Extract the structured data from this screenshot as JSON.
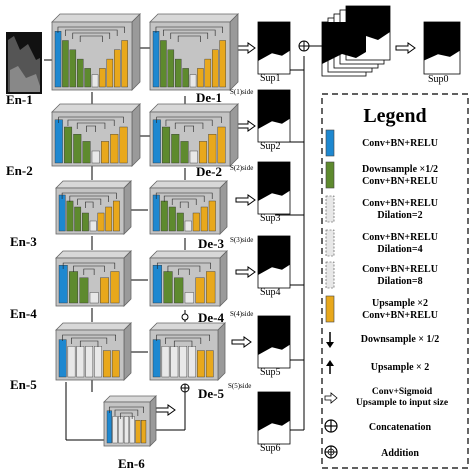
{
  "encoders": [
    "En-1",
    "En-2",
    "En-3",
    "En-4",
    "En-5",
    "En-6"
  ],
  "decoders": [
    "De-1",
    "De-2",
    "De-3",
    "De-4",
    "De-5"
  ],
  "side_labels": [
    "S(1)side",
    "S(2)side",
    "S(3)side",
    "S(4)side",
    "S(5)side"
  ],
  "sup_labels": [
    "Sup1",
    "Sup2",
    "Sup3",
    "Sup4",
    "Sup5",
    "Sup6"
  ],
  "fused_label": "Sup0",
  "legend": {
    "title": "Legend",
    "items": [
      {
        "lines": [
          "Conv+BN+RELU"
        ],
        "color": "#1e88d0"
      },
      {
        "lines": [
          "Downsample ×1/2",
          "Conv+BN+RELU"
        ],
        "color": "#5e8a2e"
      },
      {
        "lines": [
          "Conv+BN+RELU",
          "Dilation=2"
        ],
        "color": "#e8e8e8"
      },
      {
        "lines": [
          "Conv+BN+RELU",
          "Dilation=4"
        ],
        "color": "#e8e8e8"
      },
      {
        "lines": [
          "Conv+BN+RELU",
          "Dilation=8"
        ],
        "color": "#e8e8e8"
      },
      {
        "lines": [
          "Upsample ×2",
          "Conv+BN+RELU"
        ],
        "color": "#e8a81c"
      }
    ],
    "ops": [
      {
        "icon": "down-arrow",
        "text": "Downsample × 1/2"
      },
      {
        "icon": "up-arrow",
        "text": "Upsample × 2"
      },
      {
        "icon": "hollow-arrow",
        "lines": [
          "Conv+Sigmoid",
          "Upsample to input size"
        ]
      },
      {
        "icon": "concatenation",
        "text": "Concatenation"
      },
      {
        "icon": "addition",
        "text": "Addition"
      }
    ]
  },
  "colors": {
    "conv": "#1e88d0",
    "down": "#5e8a2e",
    "up": "#e8a81c",
    "dil": "#e8e8e8"
  }
}
